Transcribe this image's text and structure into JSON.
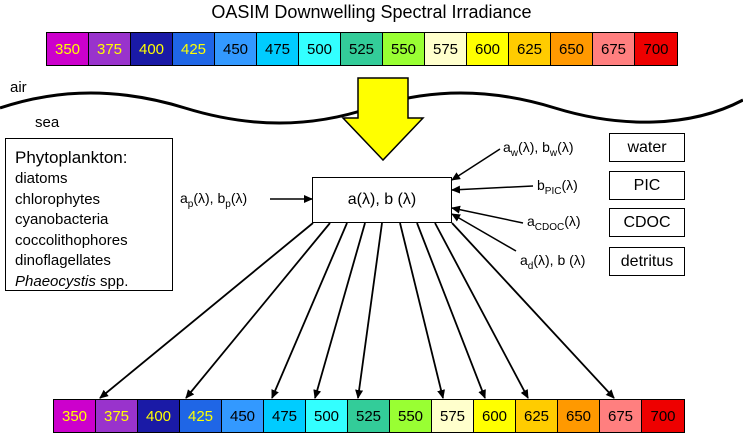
{
  "title": "OASIM Downwelling Spectral Irradiance",
  "bands": [
    {
      "label": "350",
      "color": "#cc00cc",
      "text_color": "#ffff00"
    },
    {
      "label": "375",
      "color": "#9933cc",
      "text_color": "#ffff00"
    },
    {
      "label": "400",
      "color": "#1a1aa6",
      "text_color": "#ffff00"
    },
    {
      "label": "425",
      "color": "#1f66e6",
      "text_color": "#ffff00"
    },
    {
      "label": "450",
      "color": "#3399ff",
      "text_color": "#000000"
    },
    {
      "label": "475",
      "color": "#00ccff",
      "text_color": "#000000"
    },
    {
      "label": "500",
      "color": "#33ffff",
      "text_color": "#000000"
    },
    {
      "label": "525",
      "color": "#33cc99",
      "text_color": "#000000"
    },
    {
      "label": "550",
      "color": "#99ff33",
      "text_color": "#000000"
    },
    {
      "label": "575",
      "color": "#ffffcc",
      "text_color": "#000000"
    },
    {
      "label": "600",
      "color": "#ffff00",
      "text_color": "#000000"
    },
    {
      "label": "625",
      "color": "#ffcc00",
      "text_color": "#000000"
    },
    {
      "label": "650",
      "color": "#ff9900",
      "text_color": "#000000"
    },
    {
      "label": "675",
      "color": "#ff7f7f",
      "text_color": "#000000"
    },
    {
      "label": "700",
      "color": "#ee0000",
      "text_color": "#000000"
    }
  ],
  "air_label": "air",
  "sea_label": "sea",
  "phytoplankton": {
    "title": "Phytoplankton:",
    "items": [
      "diatoms",
      "chlorophytes",
      "cyanobacteria",
      "coccolithophores",
      "dinoflagellates"
    ],
    "last_italic": "Phaeocystis",
    "last_suffix": " spp."
  },
  "center_box": "a(λ), b (λ)",
  "phyto_coef": {
    "a": "a",
    "a_sub": "p",
    "mid": "(λ), b",
    "b_sub": "p",
    "end": "(λ)"
  },
  "right_coefs": {
    "water": {
      "a": "a",
      "a_sub": "w",
      "mid": "(λ), b",
      "b_sub": "w",
      "end": "(λ)"
    },
    "pic": {
      "b": "b",
      "b_sub": "PIC",
      "end": "(λ)"
    },
    "cdoc": {
      "a": "a",
      "a_sub": "CDOC",
      "end": "(λ)"
    },
    "detritus": {
      "a": "a",
      "a_sub": "d",
      "mid": "(λ),  b (λ)"
    }
  },
  "side_boxes": [
    "water",
    "PIC",
    "CDOC",
    "detritus"
  ],
  "colors": {
    "arrow_fill": "#ffff00",
    "arrow_stroke": "#000000"
  }
}
